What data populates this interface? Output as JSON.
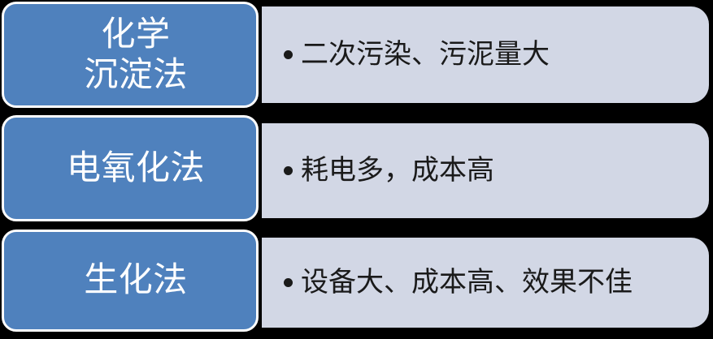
{
  "diagram": {
    "type": "process-comparison-list",
    "colors": {
      "label_box_fill": "#4f81bd",
      "label_box_border": "#ffffff",
      "content_panel_fill": "#d2d7e5",
      "label_text": "#ffffff",
      "content_text": "#1a1a1a",
      "background": "#000000",
      "bullet": "#1a1a1a"
    },
    "rows": [
      {
        "label": "化学\n沉淀法",
        "label_lines": [
          "化学",
          "沉淀法"
        ],
        "bullet": "二次污染、污泥量大"
      },
      {
        "label": "电氧化法",
        "label_lines": [
          "电氧化法"
        ],
        "bullet": "耗电多，成本高"
      },
      {
        "label": "生化法",
        "label_lines": [
          "生化法"
        ],
        "bullet": "设备大、成本高、效果不佳"
      }
    ]
  }
}
